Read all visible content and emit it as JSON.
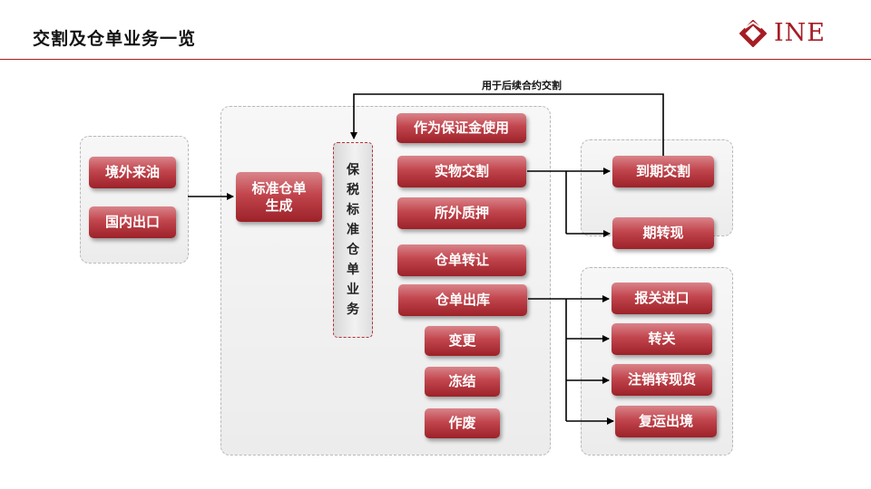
{
  "header": {
    "title": "交割及仓单业务一览",
    "logo_text": "INE"
  },
  "groups": {
    "source": [
      "境外来油",
      "国内出口"
    ],
    "standard_generation": "标准仓单生成",
    "bonded": "保税标准仓单业务",
    "business": [
      "作为保证金使用",
      "实物交割",
      "所外质押",
      "仓单转让",
      "仓单出库",
      "变更",
      "冻结",
      "作废"
    ],
    "delivery": [
      "到期交割",
      "期转现"
    ],
    "outbound": [
      "报关进口",
      "转关",
      "注销转现货",
      "复运出境"
    ]
  },
  "note": "用于后续合约交割",
  "colors": {
    "brand": "#a51d24",
    "box_top": "#d9848a",
    "box_mid": "#c2454d",
    "box_bottom": "#9c2128",
    "panel": "#efefef"
  }
}
